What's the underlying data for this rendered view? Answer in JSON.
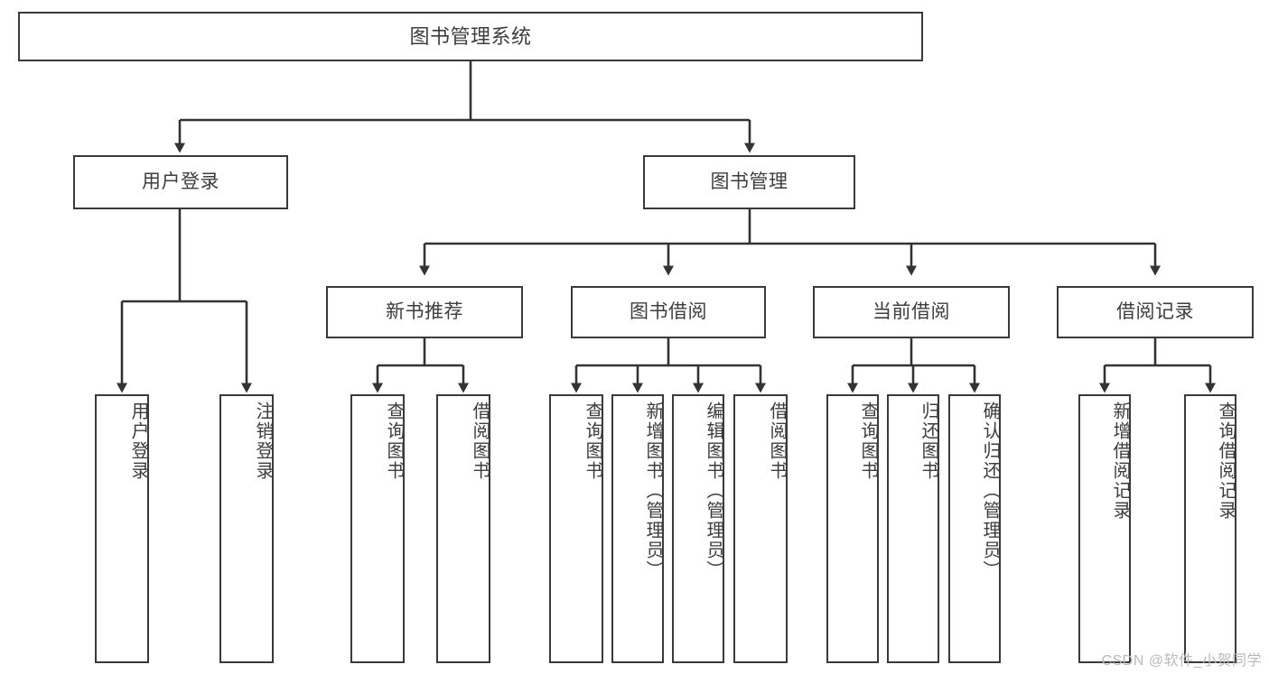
{
  "diagram": {
    "type": "tree-hierarchy",
    "title": "图书管理系统",
    "watermark": "CSDN @软件_小贺同学",
    "colors": {
      "box_border": "#3a3a3a",
      "box_fill": "#ffffff",
      "connector": "#333333",
      "text": "#3d3d3d",
      "watermark": "#b9b9b9"
    },
    "nodes": {
      "root": {
        "label": "图书管理系统",
        "level": 0
      },
      "level1": [
        {
          "id": "user-login",
          "label": "用户登录"
        },
        {
          "id": "book-manage",
          "label": "图书管理"
        }
      ],
      "level2": [
        {
          "id": "new-book-recommend",
          "label": "新书推荐",
          "parent": "book-manage"
        },
        {
          "id": "book-borrow",
          "label": "图书借阅",
          "parent": "book-manage"
        },
        {
          "id": "current-borrow",
          "label": "当前借阅",
          "parent": "book-manage"
        },
        {
          "id": "borrow-record",
          "label": "借阅记录",
          "parent": "book-manage"
        }
      ],
      "leaves": [
        {
          "id": "leaf-user-login",
          "label": "用户登录",
          "parent": "user-login"
        },
        {
          "id": "leaf-logout",
          "label": "注销登录",
          "parent": "user-login"
        },
        {
          "id": "leaf-query-book-1",
          "label": "查询图书",
          "parent": "new-book-recommend"
        },
        {
          "id": "leaf-borrow-book-1",
          "label": "借阅图书",
          "parent": "new-book-recommend"
        },
        {
          "id": "leaf-query-book-2",
          "label": "查询图书",
          "parent": "book-borrow"
        },
        {
          "id": "leaf-add-book",
          "label": "新增图书（管理员）",
          "parent": "book-borrow"
        },
        {
          "id": "leaf-edit-book",
          "label": "编辑图书（管理员）",
          "parent": "book-borrow"
        },
        {
          "id": "leaf-borrow-book-2",
          "label": "借阅图书",
          "parent": "book-borrow"
        },
        {
          "id": "leaf-query-book-3",
          "label": "查询图书",
          "parent": "current-borrow"
        },
        {
          "id": "leaf-return-book",
          "label": "归还图书",
          "parent": "current-borrow"
        },
        {
          "id": "leaf-confirm-return",
          "label": "确认归还（管理员）",
          "parent": "current-borrow"
        },
        {
          "id": "leaf-add-record",
          "label": "新增借阅记录",
          "parent": "borrow-record"
        },
        {
          "id": "leaf-query-record",
          "label": "查询借阅记录",
          "parent": "borrow-record"
        }
      ]
    }
  }
}
